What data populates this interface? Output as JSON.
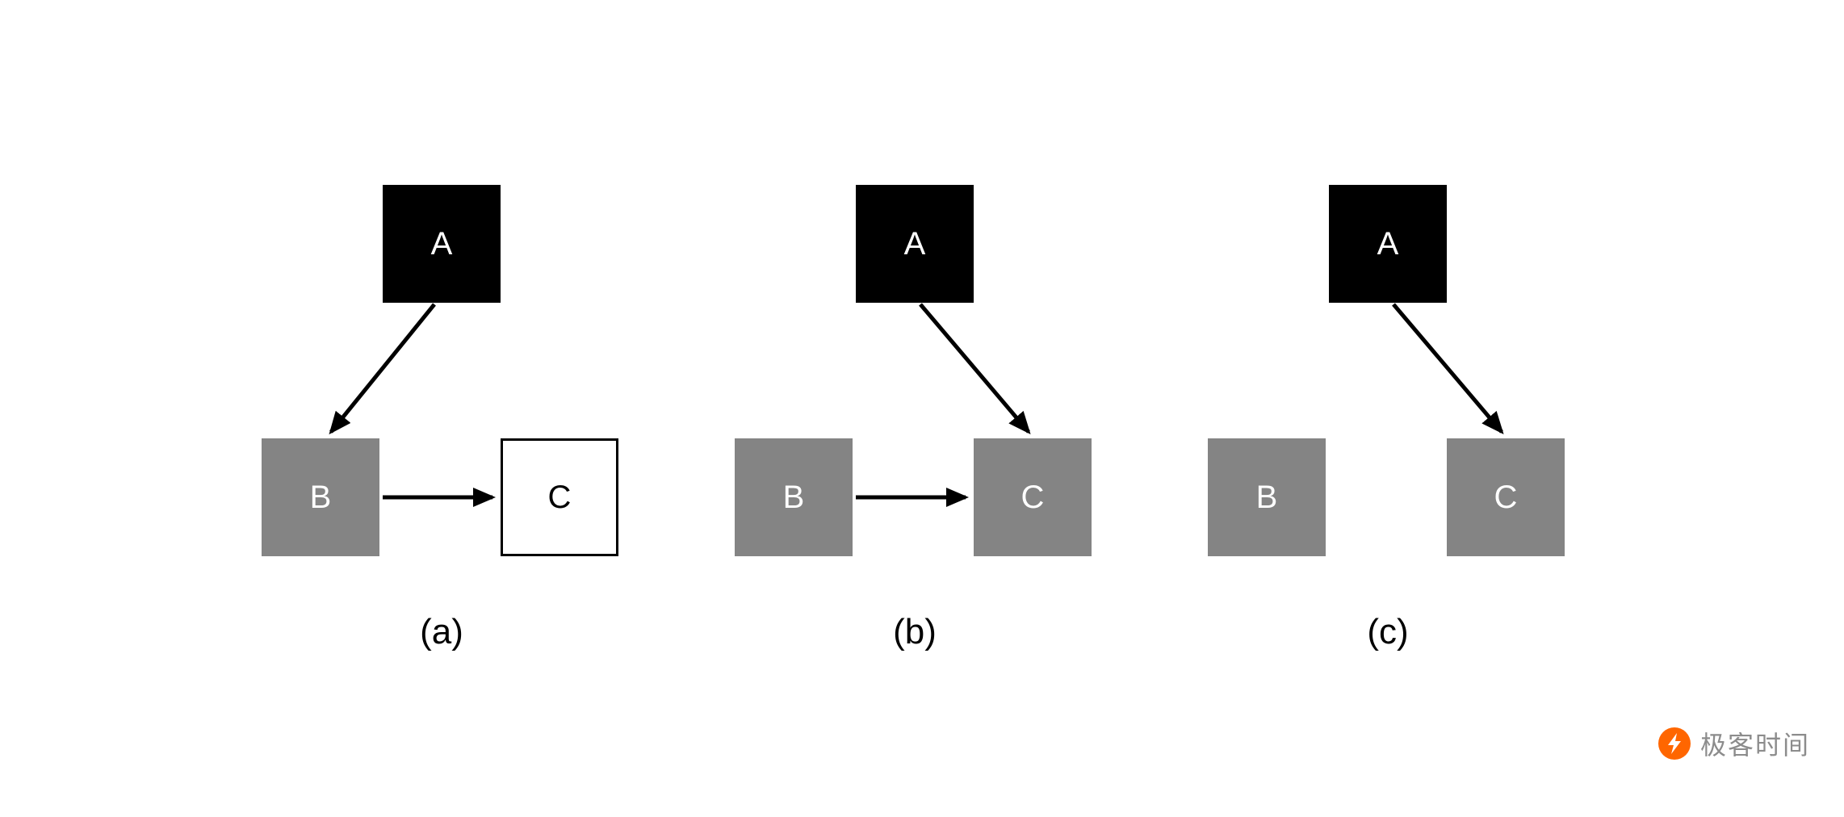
{
  "diagrams": [
    {
      "label": "(a)",
      "nodes": [
        {
          "id": "A",
          "label": "A",
          "fill": "#000000",
          "text_color": "#ffffff"
        },
        {
          "id": "B",
          "label": "B",
          "fill": "#848484",
          "text_color": "#ffffff"
        },
        {
          "id": "C",
          "label": "C",
          "fill": "#ffffff",
          "text_color": "#000000",
          "border": "#000000"
        }
      ],
      "edges": [
        "A->B",
        "B->C"
      ]
    },
    {
      "label": "(b)",
      "nodes": [
        {
          "id": "A",
          "label": "A",
          "fill": "#000000",
          "text_color": "#ffffff"
        },
        {
          "id": "B",
          "label": "B",
          "fill": "#848484",
          "text_color": "#ffffff"
        },
        {
          "id": "C",
          "label": "C",
          "fill": "#848484",
          "text_color": "#ffffff"
        }
      ],
      "edges": [
        "A->C",
        "B->C"
      ]
    },
    {
      "label": "(c)",
      "nodes": [
        {
          "id": "A",
          "label": "A",
          "fill": "#000000",
          "text_color": "#ffffff"
        },
        {
          "id": "B",
          "label": "B",
          "fill": "#848484",
          "text_color": "#ffffff"
        },
        {
          "id": "C",
          "label": "C",
          "fill": "#848484",
          "text_color": "#ffffff"
        }
      ],
      "edges": [
        "A->C"
      ]
    }
  ],
  "watermark": {
    "text": "极客时间",
    "text_color": "#8c8c8c",
    "icon_color": "#ff6600"
  },
  "arrow_color": "#000000"
}
